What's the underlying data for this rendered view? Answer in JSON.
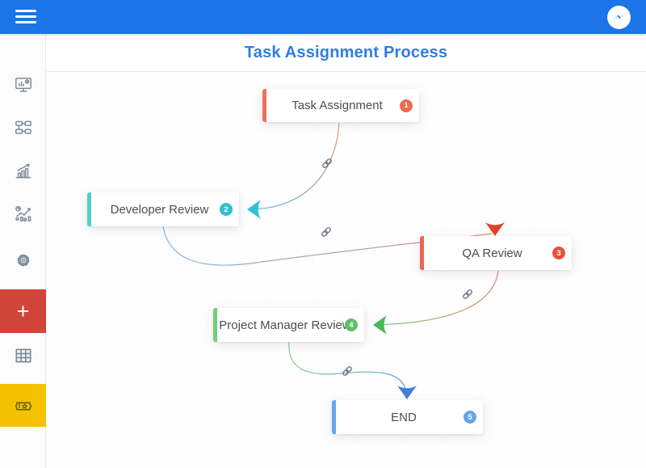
{
  "topbar": {
    "background": "#1b74e8",
    "menu_icon": "hamburger-icon",
    "brand_icon": "messenger-bolt-icon"
  },
  "header": {
    "title": "Task Assignment Process",
    "title_color": "#2e7de5"
  },
  "sidebar": {
    "items": [
      {
        "name": "dashboard",
        "icon": "monitor-chart-icon"
      },
      {
        "name": "workflow",
        "icon": "workflow-icon"
      },
      {
        "name": "bar-chart",
        "icon": "bar-chart-growth-icon"
      },
      {
        "name": "analytics",
        "icon": "analytics-icon"
      },
      {
        "name": "settings",
        "icon": "gear-icon"
      },
      {
        "name": "add",
        "icon": "plus-icon",
        "label": "+",
        "background": "#d0463a"
      },
      {
        "name": "table",
        "icon": "table-grid-icon"
      },
      {
        "name": "tickets",
        "icon": "ticket-star-icon",
        "background": "#f2c200"
      }
    ]
  },
  "flowchart": {
    "nodes": [
      {
        "id": 1,
        "label": "Task Assignment",
        "badge": "1",
        "accent": "#ed6a4f"
      },
      {
        "id": 2,
        "label": "Developer Review",
        "badge": "2",
        "accent": "#35bfce"
      },
      {
        "id": 3,
        "label": "QA Review",
        "badge": "3",
        "accent": "#e55140"
      },
      {
        "id": 4,
        "label": "Project Manager Review",
        "badge": "4",
        "accent": "#5fc06c"
      },
      {
        "id": 5,
        "label": "END",
        "badge": "5",
        "accent": "#68a4e6"
      }
    ],
    "connections": [
      {
        "from": "Task Assignment",
        "to": "Developer Review",
        "arrow_color": "#2fc0d4"
      },
      {
        "from": "Developer Review",
        "to": "QA Review",
        "arrow_color": "#e2432e"
      },
      {
        "from": "QA Review",
        "to": "Project Manager Review",
        "arrow_color": "#4cb85c"
      },
      {
        "from": "Project Manager Review",
        "to": "END",
        "arrow_color": "#3f7fd9"
      }
    ]
  }
}
